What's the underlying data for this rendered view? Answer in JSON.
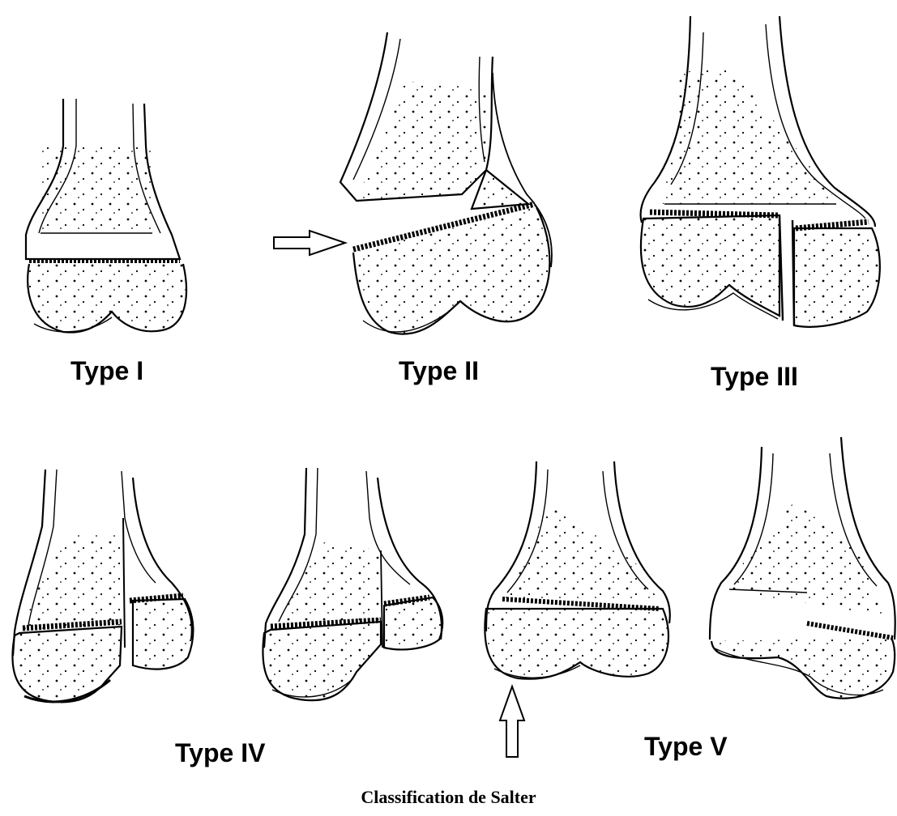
{
  "labels": {
    "type1": "Type I",
    "type2": "Type II",
    "type3": "Type III",
    "type4": "Type IV",
    "type5": "Type V"
  },
  "caption": "Classification de Salter",
  "colors": {
    "ink": "#000000",
    "background": "#ffffff"
  }
}
